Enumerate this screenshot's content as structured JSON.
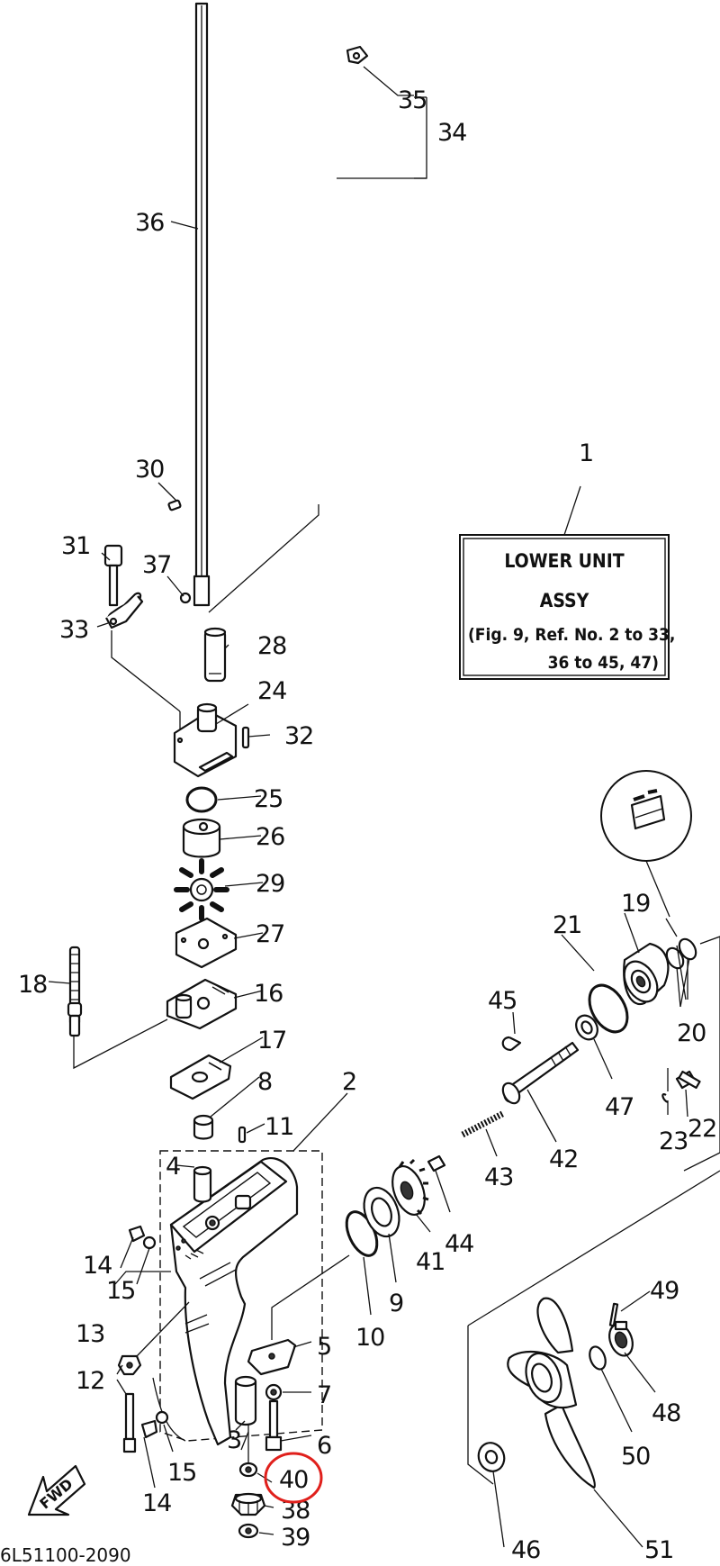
{
  "title_box": {
    "ref_number": "1",
    "line1": "LOWER UNIT",
    "line2": "ASSY",
    "line3": "(Fig. 9, Ref. No. 2 to 33,",
    "line4": "36 to 45, 47)"
  },
  "footer_code": "6L51100-2090",
  "fwd_arrow": "FWD",
  "highlight_color": "#e0201c",
  "highlighted_part": "40",
  "labels": {
    "l2": "2",
    "l3": "3",
    "l4": "4",
    "l5": "5",
    "l6": "6",
    "l7": "7",
    "l8": "8",
    "l9": "9",
    "l10": "10",
    "l11": "11",
    "l12": "12",
    "l13": "13",
    "l14a": "14",
    "l14b": "14",
    "l15a": "15",
    "l15b": "15",
    "l16": "16",
    "l17": "17",
    "l18": "18",
    "l19": "19",
    "l20": "20",
    "l21": "21",
    "l22": "22",
    "l23": "23",
    "l24": "24",
    "l25": "25",
    "l26": "26",
    "l27": "27",
    "l28": "28",
    "l29": "29",
    "l30": "30",
    "l31": "31",
    "l32": "32",
    "l33": "33",
    "l34": "34",
    "l35": "35",
    "l36": "36",
    "l37": "37",
    "l38": "38",
    "l39": "39",
    "l40": "40",
    "l41": "41",
    "l42": "42",
    "l43": "43",
    "l44": "44",
    "l45": "45",
    "l46": "46",
    "l47": "47",
    "l48": "48",
    "l49": "49",
    "l50": "50",
    "l51": "51"
  }
}
